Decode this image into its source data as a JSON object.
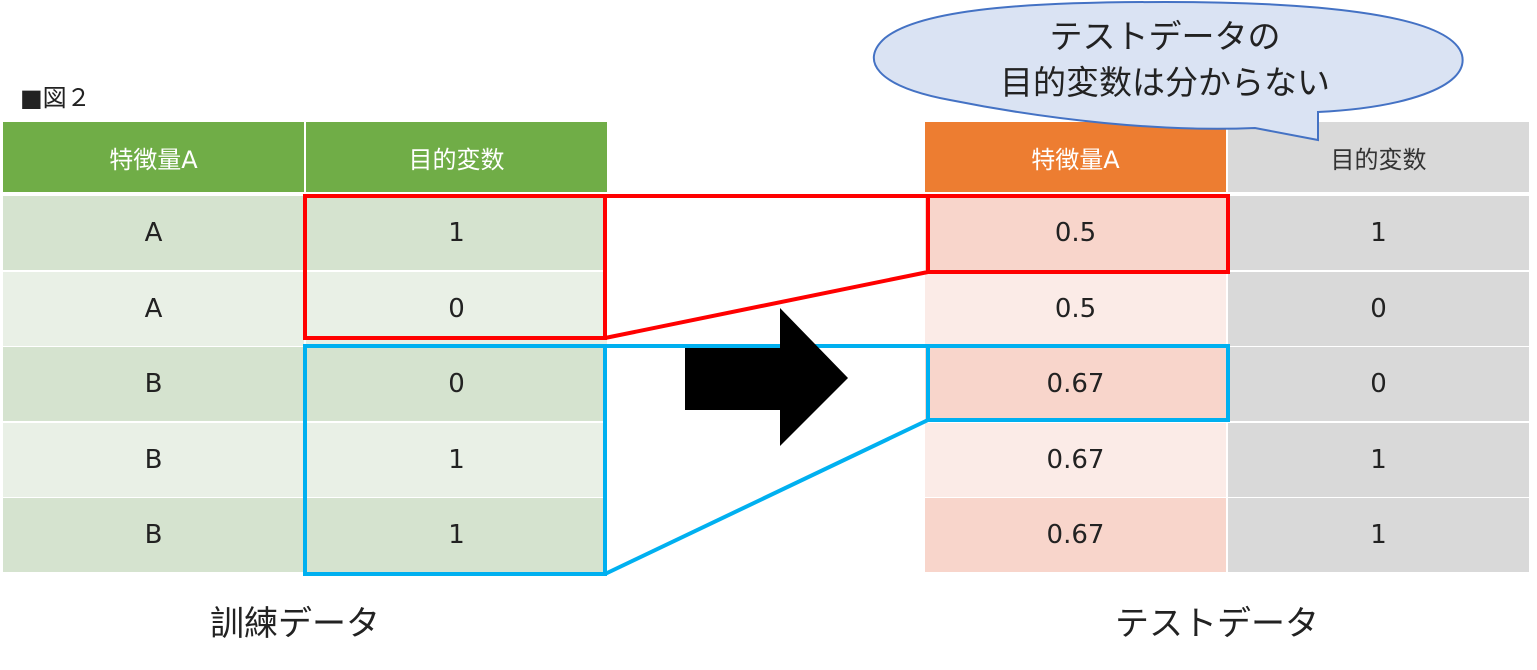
{
  "figure_label": "■図２",
  "train": {
    "caption": "訓練データ",
    "headers": [
      "特徴量A",
      "目的変数"
    ],
    "rows": [
      [
        "A",
        "1"
      ],
      [
        "A",
        "0"
      ],
      [
        "B",
        "0"
      ],
      [
        "B",
        "1"
      ],
      [
        "B",
        "1"
      ]
    ]
  },
  "test": {
    "caption": "テストデータ",
    "headers": [
      "特徴量A",
      "目的変数"
    ],
    "rows": [
      [
        "0.5",
        "1"
      ],
      [
        "0.5",
        "0"
      ],
      [
        "0.67",
        "0"
      ],
      [
        "0.67",
        "1"
      ],
      [
        "0.67",
        "1"
      ]
    ]
  },
  "callout": {
    "line1": "テストデータの",
    "line2": "目的変数は分からない"
  },
  "colors": {
    "train_header": "#70ad47",
    "train_row_dark": "#d5e3cf",
    "train_row_light": "#e9f0e6",
    "test_header": "#ed7d31",
    "test_row_dark": "#f8d5cb",
    "test_row_light": "#fbebe7",
    "test_target": "#d9d9d9",
    "group_a_box": "#ff0000",
    "group_b_box": "#00b0f0",
    "callout_fill": "#dae3f3",
    "callout_stroke": "#4472c4"
  }
}
